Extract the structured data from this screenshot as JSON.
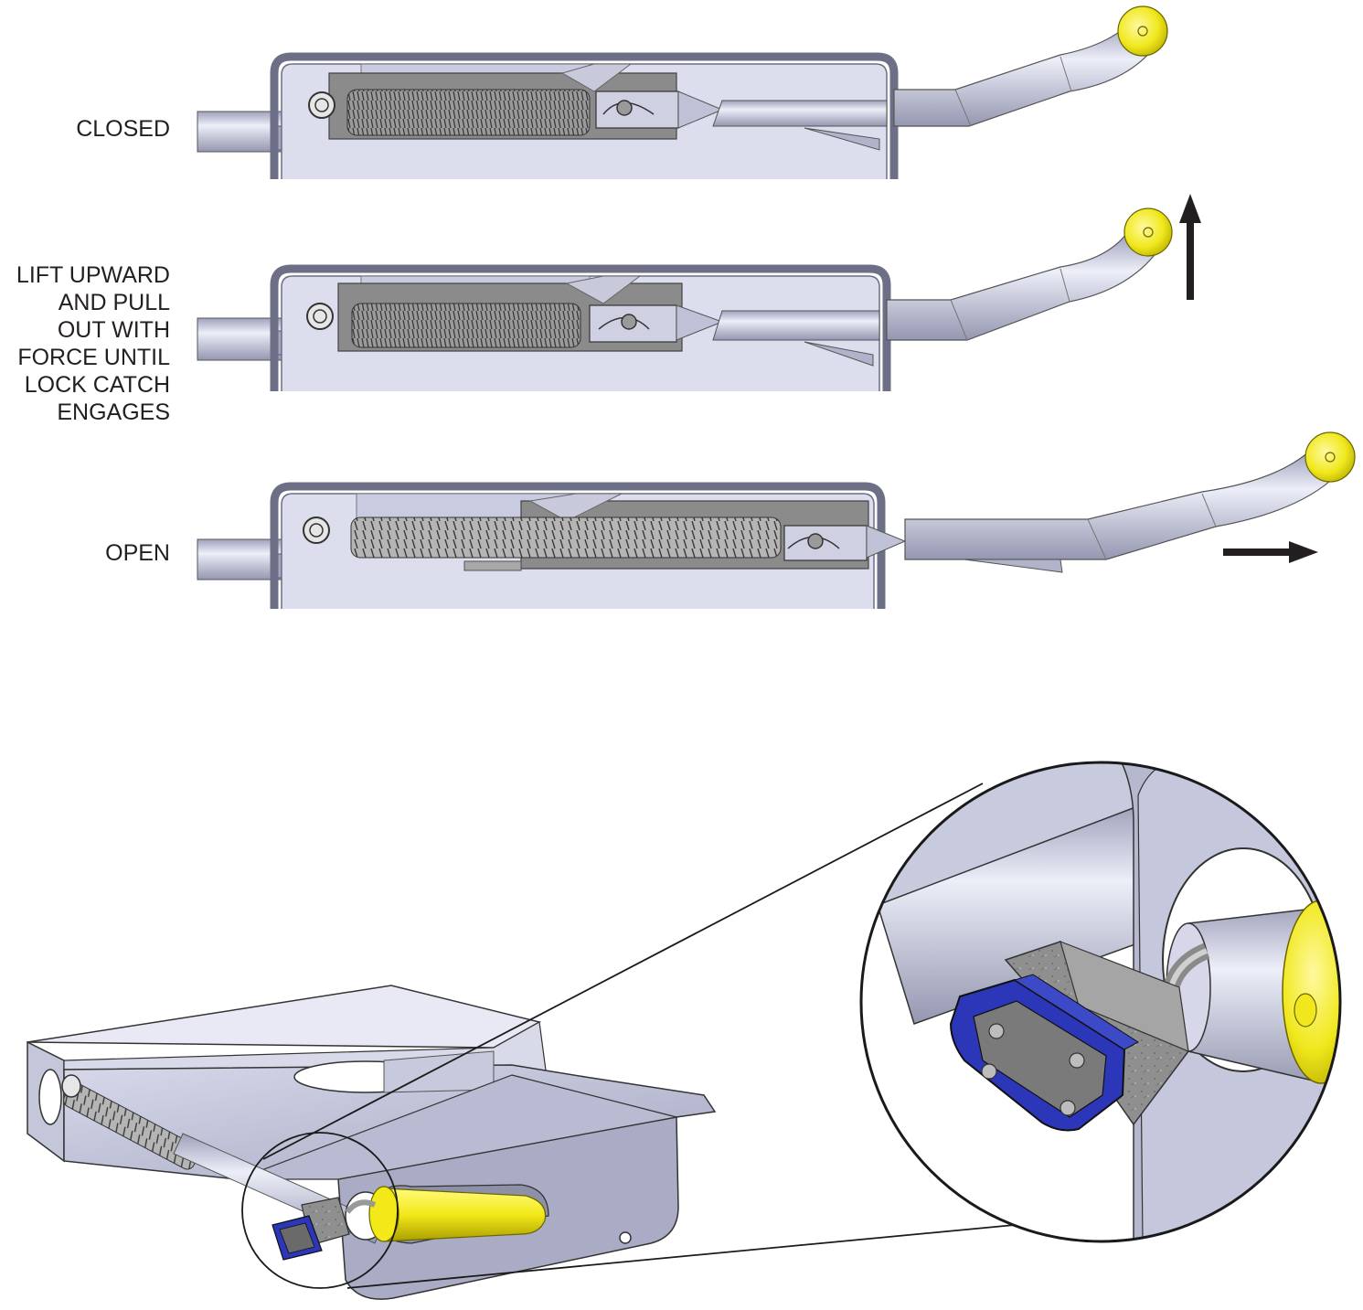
{
  "labels": {
    "closed": "CLOSED",
    "lift": "LIFT UPWARD\nAND PULL\nOUT WITH\nFORCE UNTIL\nLOCK CATCH\nENGAGES",
    "open": "OPEN"
  },
  "colors": {
    "steel": "#c4c7dd",
    "steel_dark": "#8e91a8",
    "slide": "#8a8a8a",
    "knob": "#f0e81c",
    "lock": "#2b36b8",
    "lock_body": "#8c8c8c",
    "outline": "#1a1a1a",
    "arrow": "#231f20"
  },
  "states": [
    {
      "name": "closed",
      "arrow": "none"
    },
    {
      "name": "lift",
      "arrow": "up-arrow-icon"
    },
    {
      "name": "open",
      "arrow": "right-arrow-icon"
    }
  ]
}
